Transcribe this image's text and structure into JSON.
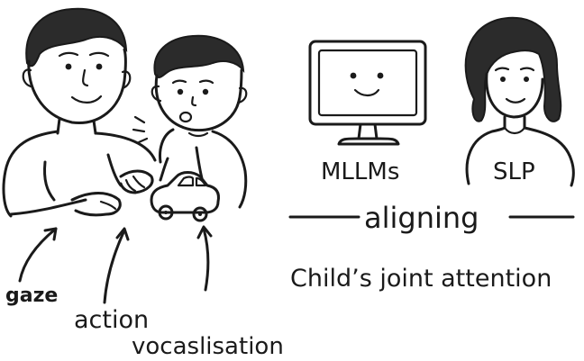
{
  "labels": {
    "gaze": "gaze",
    "action": "action",
    "vocalisation": "vocaslisation",
    "mllms": "MLLMs",
    "slp": "SLP",
    "aligning": "aligning",
    "joint_attention": "Child’s joint attention"
  },
  "icons": {
    "adult": "adult-figure-icon",
    "child": "child-figure-icon",
    "toy_car": "toy-car-icon",
    "monitor": "smiling-monitor-icon",
    "slp": "slp-woman-icon"
  },
  "colors": {
    "ink": "#1a1a1a",
    "background": "#ffffff"
  }
}
